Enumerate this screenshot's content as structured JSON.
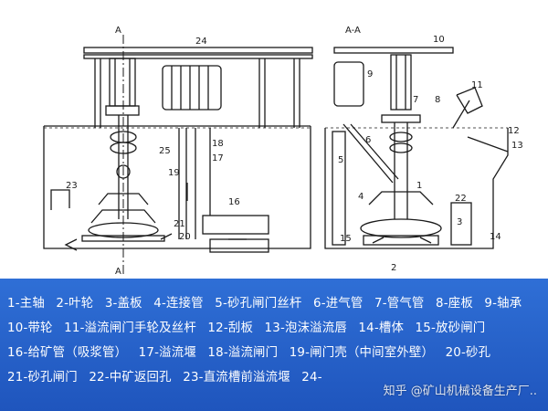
{
  "section_labels": {
    "left_cut_top": "A",
    "left_cut_bottom": "A",
    "right_title": "A-A"
  },
  "callouts_left": [
    "24",
    "25",
    "18",
    "17",
    "19",
    "23",
    "16",
    "21",
    "20"
  ],
  "callouts_right": [
    "10",
    "9",
    "8",
    "7",
    "11",
    "6",
    "12",
    "13",
    "5",
    "1",
    "4",
    "22",
    "3",
    "15",
    "2",
    "14"
  ],
  "legend": {
    "line1": [
      "1-主轴",
      "2-叶轮",
      "3-盖板",
      "4-连接管",
      "5-砂孔闸门丝杆",
      "6-进气管",
      "7-管气管",
      "8-座板",
      "9-轴承"
    ],
    "line2": [
      "10-带轮",
      "11-溢流闸门手轮及丝杆",
      "12-刮板",
      "13-泡沫溢流唇",
      "14-槽体",
      "15-放砂闸门"
    ],
    "line3": [
      "16-给矿管（吸浆管）",
      "17-溢流堰",
      "18-溢流闸门",
      "19-闸门壳（中间室外壁）",
      "20-砂孔"
    ],
    "line4": [
      "21-砂孔闸门",
      "22-中矿返回孔",
      "23-直流槽前溢流堰",
      "24-"
    ]
  },
  "watermark": "知乎 @矿山机械设备生产厂..",
  "colors": {
    "legend_bg": "#2a66d0",
    "line": "#1a1a1a"
  }
}
